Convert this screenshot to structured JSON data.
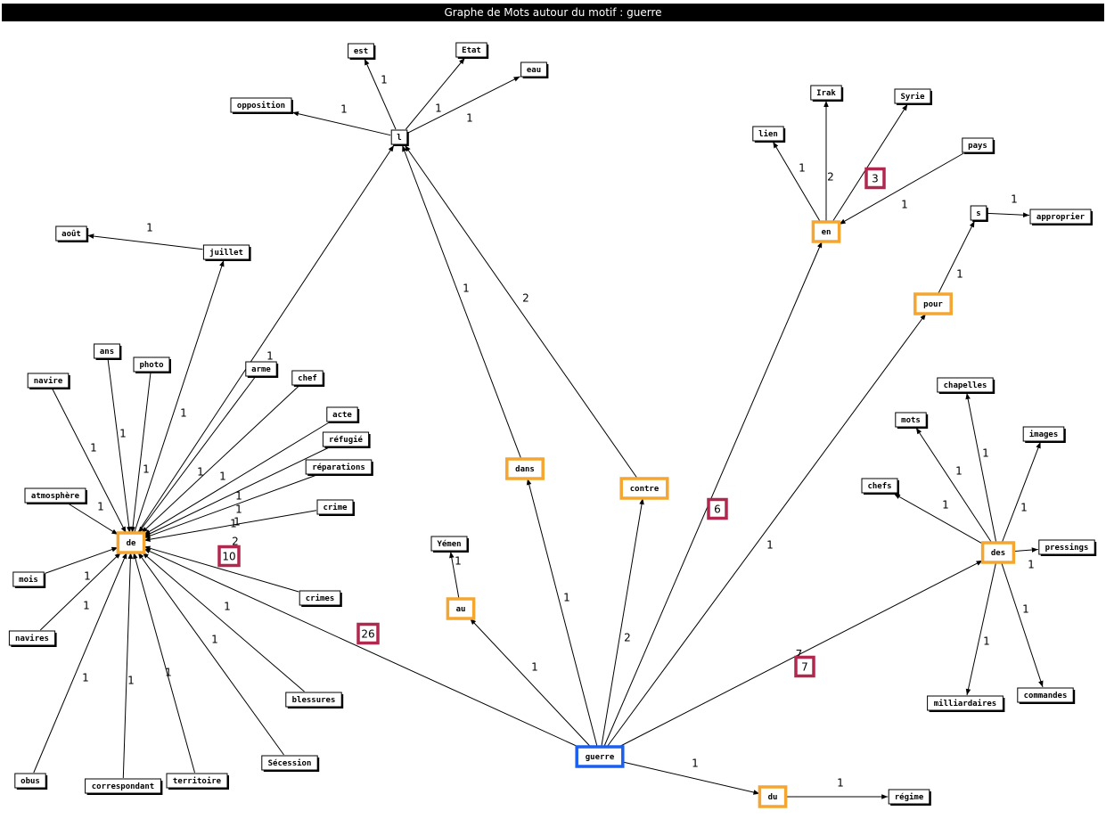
{
  "title": "Graphe de Mots autour du motif : guerre",
  "colors": {
    "center": "#1a5ff0",
    "hub": "#f4a630",
    "count_badge": "#b0284e",
    "edge": "#000000",
    "node_border": "#000000"
  },
  "nodes": [
    {
      "id": "guerre",
      "label": "guerre",
      "kind": "center"
    },
    {
      "id": "de",
      "label": "de",
      "kind": "hub"
    },
    {
      "id": "dans",
      "label": "dans",
      "kind": "hub"
    },
    {
      "id": "contre",
      "label": "contre",
      "kind": "hub"
    },
    {
      "id": "au",
      "label": "au",
      "kind": "hub"
    },
    {
      "id": "du",
      "label": "du",
      "kind": "hub"
    },
    {
      "id": "en",
      "label": "en",
      "kind": "hub"
    },
    {
      "id": "pour",
      "label": "pour",
      "kind": "hub"
    },
    {
      "id": "des",
      "label": "des",
      "kind": "hub"
    },
    {
      "id": "l",
      "label": "l",
      "kind": "word"
    },
    {
      "id": "s",
      "label": "s",
      "kind": "word"
    },
    {
      "id": "est",
      "label": "est",
      "kind": "word"
    },
    {
      "id": "etat",
      "label": "Etat",
      "kind": "word"
    },
    {
      "id": "eau",
      "label": "eau",
      "kind": "word"
    },
    {
      "id": "opposition",
      "label": "opposition",
      "kind": "word"
    },
    {
      "id": "aout",
      "label": "août",
      "kind": "word"
    },
    {
      "id": "juillet",
      "label": "juillet",
      "kind": "word"
    },
    {
      "id": "ans",
      "label": "ans",
      "kind": "word"
    },
    {
      "id": "photo",
      "label": "photo",
      "kind": "word"
    },
    {
      "id": "navire",
      "label": "navire",
      "kind": "word"
    },
    {
      "id": "arme",
      "label": "arme",
      "kind": "word"
    },
    {
      "id": "chef",
      "label": "chef",
      "kind": "word"
    },
    {
      "id": "acte",
      "label": "acte",
      "kind": "word"
    },
    {
      "id": "refugie",
      "label": "réfugié",
      "kind": "word"
    },
    {
      "id": "reparations",
      "label": "réparations",
      "kind": "word"
    },
    {
      "id": "crime",
      "label": "crime",
      "kind": "word"
    },
    {
      "id": "atmosphere",
      "label": "atmosphère",
      "kind": "word"
    },
    {
      "id": "mois",
      "label": "mois",
      "kind": "word"
    },
    {
      "id": "navires",
      "label": "navires",
      "kind": "word"
    },
    {
      "id": "crimes",
      "label": "crimes",
      "kind": "word"
    },
    {
      "id": "blessures",
      "label": "blessures",
      "kind": "word"
    },
    {
      "id": "secession",
      "label": "Sécession",
      "kind": "word"
    },
    {
      "id": "territoire",
      "label": "territoire",
      "kind": "word"
    },
    {
      "id": "correspondant",
      "label": "correspondant",
      "kind": "word"
    },
    {
      "id": "obus",
      "label": "obus",
      "kind": "word"
    },
    {
      "id": "yemen",
      "label": "Yémen",
      "kind": "word"
    },
    {
      "id": "regime",
      "label": "régime",
      "kind": "word"
    },
    {
      "id": "lien",
      "label": "lien",
      "kind": "word"
    },
    {
      "id": "irak",
      "label": "Irak",
      "kind": "word"
    },
    {
      "id": "syrie",
      "label": "Syrie",
      "kind": "word"
    },
    {
      "id": "pays",
      "label": "pays",
      "kind": "word"
    },
    {
      "id": "approprier",
      "label": "approprier",
      "kind": "word"
    },
    {
      "id": "chapelles",
      "label": "chapelles",
      "kind": "word"
    },
    {
      "id": "mots",
      "label": "mots",
      "kind": "word"
    },
    {
      "id": "images",
      "label": "images",
      "kind": "word"
    },
    {
      "id": "chefs",
      "label": "chefs",
      "kind": "word"
    },
    {
      "id": "pressings",
      "label": "pressings",
      "kind": "word"
    },
    {
      "id": "milliardaires",
      "label": "milliardaires",
      "kind": "word"
    },
    {
      "id": "commandes",
      "label": "commandes",
      "kind": "word"
    }
  ],
  "edges": [
    {
      "from": "l",
      "to": "est",
      "label": "1"
    },
    {
      "from": "l",
      "to": "etat",
      "label": "1"
    },
    {
      "from": "l",
      "to": "eau",
      "label": "1"
    },
    {
      "from": "l",
      "to": "opposition",
      "label": "1"
    },
    {
      "from": "juillet",
      "to": "aout",
      "label": "1"
    },
    {
      "from": "de",
      "to": "juillet",
      "label": "1"
    },
    {
      "from": "de",
      "to": "l",
      "label": "1"
    },
    {
      "from": "ans",
      "to": "de",
      "label": "1"
    },
    {
      "from": "photo",
      "to": "de",
      "label": "1"
    },
    {
      "from": "navire",
      "to": "de",
      "label": "1"
    },
    {
      "from": "arme",
      "to": "de",
      "label": "1"
    },
    {
      "from": "chef",
      "to": "de",
      "label": "1"
    },
    {
      "from": "acte",
      "to": "de",
      "label": "1"
    },
    {
      "from": "refugie",
      "to": "de",
      "label": "1"
    },
    {
      "from": "reparations",
      "to": "de",
      "label": "1"
    },
    {
      "from": "crime",
      "to": "de",
      "label": "1"
    },
    {
      "from": "atmosphere",
      "to": "de",
      "label": "1"
    },
    {
      "from": "mois",
      "to": "de",
      "label": "1"
    },
    {
      "from": "navires",
      "to": "de",
      "label": "1"
    },
    {
      "from": "crimes",
      "to": "de",
      "label": "2"
    },
    {
      "from": "blessures",
      "to": "de",
      "label": "1"
    },
    {
      "from": "secession",
      "to": "de",
      "label": "1"
    },
    {
      "from": "territoire",
      "to": "de",
      "label": "1"
    },
    {
      "from": "correspondant",
      "to": "de",
      "label": "1"
    },
    {
      "from": "obus",
      "to": "de",
      "label": "1"
    },
    {
      "from": "guerre",
      "to": "de",
      "label": "26"
    },
    {
      "from": "dans",
      "to": "l",
      "label": "1"
    },
    {
      "from": "contre",
      "to": "l",
      "label": "2"
    },
    {
      "from": "guerre",
      "to": "dans",
      "label": "1"
    },
    {
      "from": "guerre",
      "to": "contre",
      "label": "2"
    },
    {
      "from": "guerre",
      "to": "au",
      "label": "1"
    },
    {
      "from": "au",
      "to": "yemen",
      "label": "1"
    },
    {
      "from": "guerre",
      "to": "du",
      "label": "1"
    },
    {
      "from": "du",
      "to": "regime",
      "label": "1"
    },
    {
      "from": "guerre",
      "to": "en",
      "label": "6"
    },
    {
      "from": "en",
      "to": "lien",
      "label": "1"
    },
    {
      "from": "en",
      "to": "irak",
      "label": "2"
    },
    {
      "from": "en",
      "to": "syrie",
      "label": "3"
    },
    {
      "from": "pays",
      "to": "en",
      "label": "1"
    },
    {
      "from": "guerre",
      "to": "pour",
      "label": "1"
    },
    {
      "from": "pour",
      "to": "s",
      "label": "1"
    },
    {
      "from": "s",
      "to": "approprier",
      "label": "1"
    },
    {
      "from": "guerre",
      "to": "des",
      "label": "7"
    },
    {
      "from": "des",
      "to": "chapelles",
      "label": "1"
    },
    {
      "from": "des",
      "to": "mots",
      "label": "1"
    },
    {
      "from": "des",
      "to": "images",
      "label": "1"
    },
    {
      "from": "des",
      "to": "chefs",
      "label": "1"
    },
    {
      "from": "des",
      "to": "pressings",
      "label": "1"
    },
    {
      "from": "des",
      "to": "milliardaires",
      "label": "1"
    },
    {
      "from": "des",
      "to": "commandes",
      "label": "1"
    }
  ],
  "count_badges": [
    {
      "id": "de-count",
      "label": "10"
    },
    {
      "id": "de-guerre-count",
      "label": "26"
    },
    {
      "id": "en-count",
      "label": "6"
    },
    {
      "id": "syrie-count",
      "label": "3"
    },
    {
      "id": "des-count",
      "label": "7"
    }
  ]
}
